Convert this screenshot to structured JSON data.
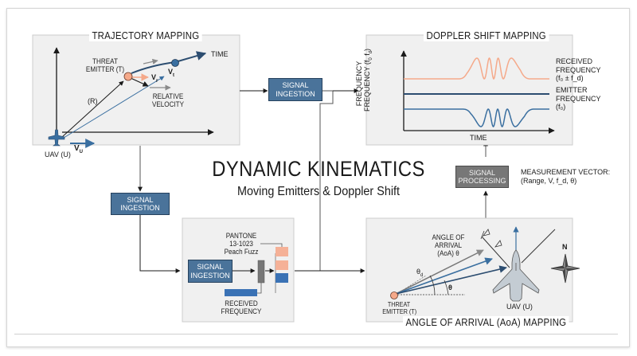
{
  "title": {
    "main": "DYNAMIC KINEMATICS",
    "subtitle": "Moving Emitters & Doppler Shift"
  },
  "colors": {
    "peach": "#f5a98a",
    "blue": "#3a6fa0",
    "navy": "#2c4d70",
    "panel_bg": "#f0f0f0",
    "block_blue": "#4a739a",
    "block_gray": "#777777"
  },
  "trajectory_panel": {
    "title": "TRAJECTORY MAPPING",
    "threat_label_1": "THREAT",
    "threat_label_2": "EMITTER (T)",
    "time_label": "TIME",
    "vt_label": "V",
    "vt_sub": "t",
    "vr_label": "V",
    "vr_sub": "r",
    "range_label": "(R)",
    "relative_1": "RELATIVE",
    "relative_2": "VELOCITY",
    "vu_label": "V",
    "vu_sub": "U",
    "uav_label": "UAV (U)"
  },
  "doppler_panel": {
    "title": "DOPPLER SHIFT MAPPING",
    "y_label_1": "FREQUENCY",
    "y_label_2": "FREQUENCY (f",
    "y_label_2_sub": "0",
    "y_label_2_end": " f",
    "y_label_2_sub2": "d",
    "y_label_2_close": ")",
    "x_label": "TIME",
    "received_1": "RECEIVED",
    "received_2": "FREQUENCY",
    "received_3": "(f₀ ± f_d)",
    "emitter_1": "EMITTER",
    "emitter_2": "FREQUENCY",
    "emitter_3": "(f₀)"
  },
  "blocks": {
    "signal_ingestion_top_1": "SIGNAL",
    "signal_ingestion_top_2": "INGESTION",
    "signal_ingestion_left_1": "SIGNAL",
    "signal_ingestion_left_2": "INGESTION",
    "signal_ingestion_inner_1": "SIGNAL",
    "signal_ingestion_inner_2": "INGESTION",
    "signal_processing_1": "SIGNAL",
    "signal_processing_2": "PROCESSING"
  },
  "measurement": {
    "line_1": "MEASUREMENT VECTOR:",
    "line_2": "(Range, V, f_d, θ)"
  },
  "ingestion_panel": {
    "pantone_1": "PANTONE",
    "pantone_2": "13-1023",
    "pantone_3": "Peach Fuzz",
    "received_1": "RECEIVED",
    "received_2": "FREQUENCY"
  },
  "aoa_panel": {
    "title": "ANGLE OF ARRIVAL (AoA) MAPPING",
    "aoa_1": "ANGLE OF",
    "aoa_2": "ARRIVAL",
    "aoa_3": "(AoA) θ",
    "theta_d": "θ",
    "theta_d_sub": "d",
    "theta": "θ",
    "threat_1": "THREAT",
    "threat_2": "EMITTER (T)",
    "uav": "UAV (U)",
    "north": "N"
  }
}
